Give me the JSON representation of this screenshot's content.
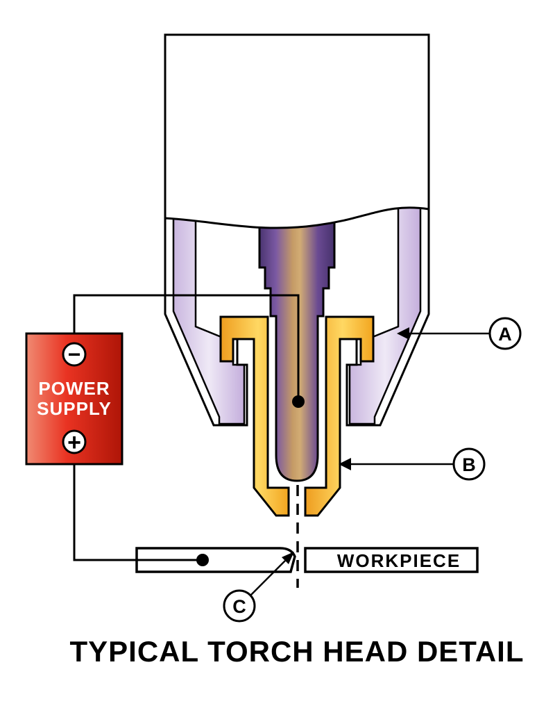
{
  "diagram": {
    "title": "TYPICAL TORCH HEAD DETAIL",
    "power_supply": {
      "line1": "POWER",
      "line2": "SUPPLY",
      "negative": "−",
      "positive": "+"
    },
    "workpiece": {
      "label": "WORKPIECE"
    },
    "callouts": {
      "a": "A",
      "b": "B",
      "c": "C"
    },
    "colors": {
      "outline": "#000000",
      "background": "#FFFFFF",
      "shield_stops": [
        "#C9B6DF",
        "#EFE9F6",
        "#C4AEDC"
      ],
      "nozzle_stops": [
        "#EE9D1F",
        "#FFD863",
        "#F2A51F"
      ],
      "electrode_stops": [
        "#4A3470",
        "#7B59A3",
        "#C49A66",
        "#D2AC74",
        "#6A4A92",
        "#46316C"
      ],
      "supply_stops": [
        "#F08A72",
        "#E93322",
        "#AE1507"
      ]
    }
  }
}
